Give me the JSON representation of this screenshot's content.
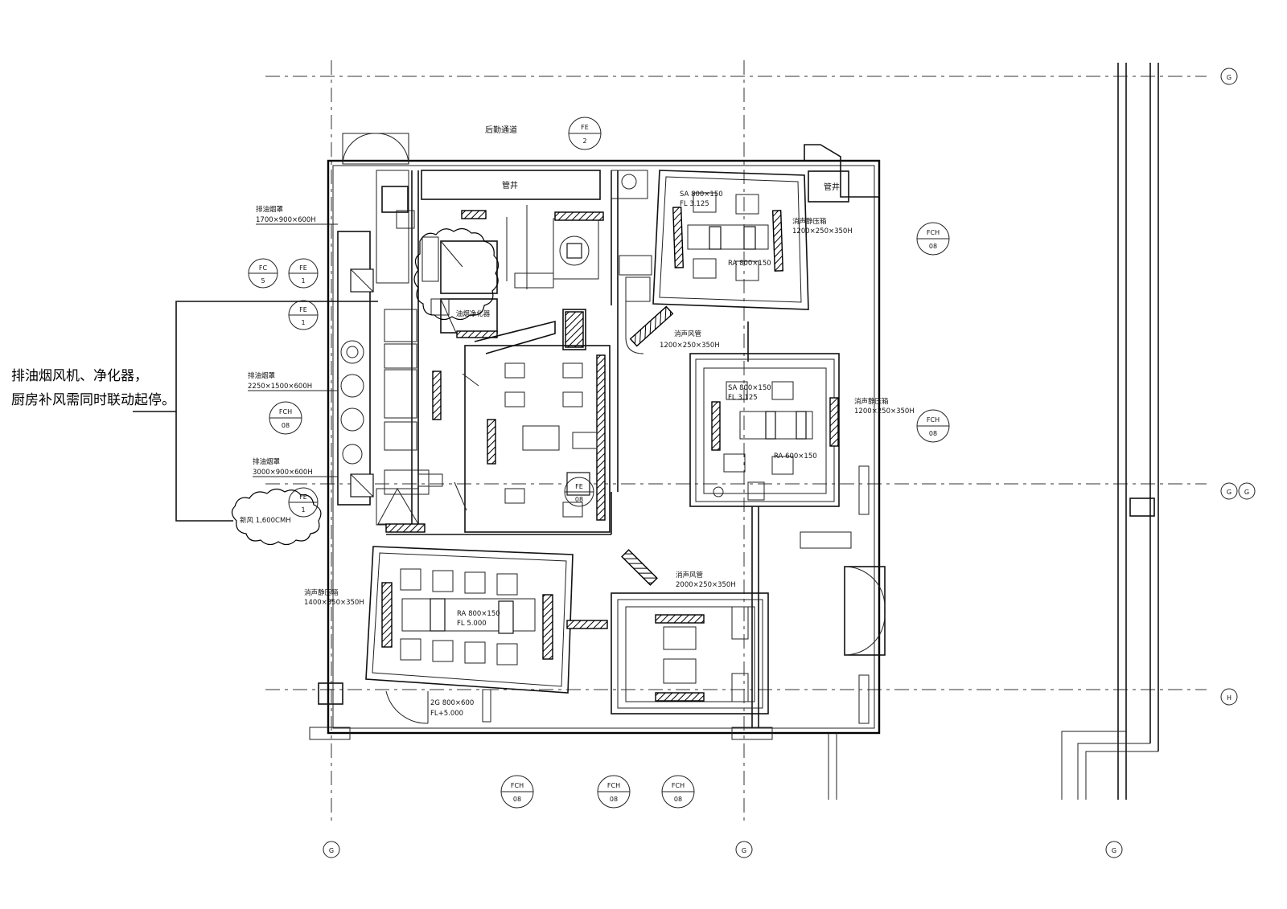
{
  "note": {
    "line1": "排油烟风机、净化器，",
    "line2": "厨房补风需同时联动起停。"
  },
  "labels": {
    "corridor": "后勤通道",
    "shaft_left": "管井",
    "shaft_right": "管井",
    "purifier": "油烟净化器",
    "exhaust_hood_top": "排油烟罩",
    "exhaust_hood_top_size": "1700×900×600H",
    "exhaust_hood_mid": "排油烟罩",
    "exhaust_hood_mid_size": "2250×1500×600H",
    "exhaust_hood_low": "排油烟罩",
    "exhaust_hood_low_size": "3000×900×600H",
    "fresh_air": "新风 1,600CMH",
    "muffler_box": "消声静压箱",
    "muffler_box_size_1": "1200×250×350H",
    "muffler_duct": "消声风管",
    "muffler_duct_size_1": "1200×250×350H",
    "muffler_duct_size_2": "2000×250×350H",
    "muffler_box_left": "消声静压箱",
    "muffler_box_left_size": "1400×350×350H",
    "muffler_box_right": "消声静压箱",
    "muffler_box_right_size": "1200×250×350H",
    "sa_grille_1": "SA 800×150",
    "sa_grille_2": "SA 800×150",
    "ra_grille_1": "RA 800×150",
    "ra_grille_2": "RA 600×150",
    "ra_grille_3": "RA 800×150",
    "fl_1": "FL 3.125",
    "fl_2": "FL 3.125",
    "fl_3": "FL 5.000",
    "small_box_1": "2G 800×600",
    "small_box_2": "FL+5.000"
  },
  "tags": [
    {
      "top": "FE",
      "bottom": "2"
    },
    {
      "top": "FCH",
      "bottom": "08"
    },
    {
      "top": "FC",
      "bottom": "5"
    },
    {
      "top": "FE",
      "bottom": "1"
    },
    {
      "top": "FE",
      "bottom": "1"
    },
    {
      "top": "FCH",
      "bottom": "08"
    },
    {
      "top": "FCH",
      "bottom": "08"
    },
    {
      "top": "FE",
      "bottom": "1"
    },
    {
      "top": "FE",
      "bottom": "08"
    },
    {
      "top": "FCH",
      "bottom": "08"
    },
    {
      "top": "FCH",
      "bottom": "08"
    },
    {
      "top": "FCH",
      "bottom": "08"
    }
  ],
  "grid_bubbles": [
    "G",
    "G",
    "G",
    "H",
    "G",
    "G",
    "G"
  ]
}
